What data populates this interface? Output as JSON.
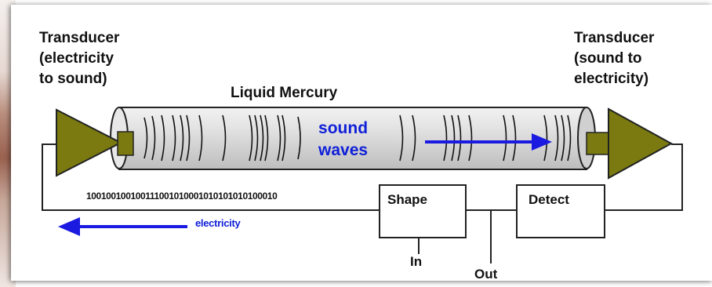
{
  "labels": {
    "transducer_left": [
      "Transducer",
      "(electricity",
      "to sound)"
    ],
    "transducer_right": [
      "Transducer",
      "(sound to",
      "electricity)"
    ],
    "medium": "Liquid Mercury",
    "sound_waves": [
      "sound",
      "waves"
    ],
    "bitstream": "100100100100111001010001010101010100010",
    "electricity": "electricity",
    "shape_box": "Shape",
    "detect_box": "Detect",
    "input": "In",
    "output": "Out"
  },
  "colors": {
    "transducer": "#7a7a10",
    "arrow": "#1a1ae0",
    "tube": "#d9d9d9"
  }
}
